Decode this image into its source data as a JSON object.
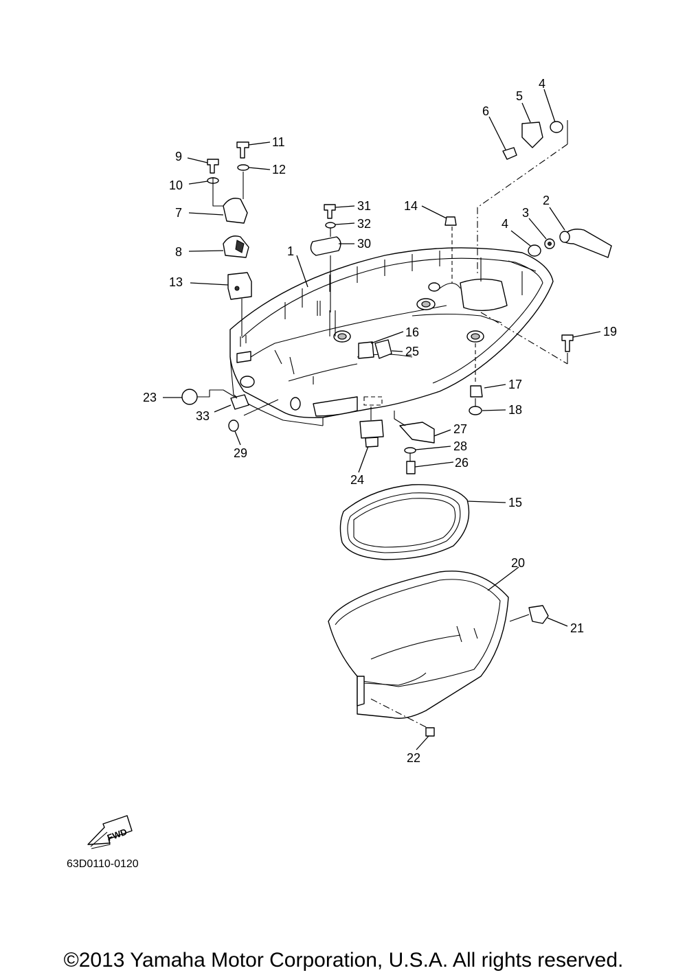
{
  "diagram": {
    "labels": [
      "1",
      "2",
      "3",
      "4",
      "4",
      "5",
      "6",
      "7",
      "8",
      "9",
      "10",
      "11",
      "12",
      "13",
      "14",
      "15",
      "16",
      "17",
      "18",
      "19",
      "20",
      "21",
      "22",
      "23",
      "24",
      "25",
      "26",
      "27",
      "28",
      "29",
      "30",
      "31",
      "32",
      "33"
    ],
    "fwd_text": "FWD",
    "code": "63D0110-0120"
  },
  "footer": {
    "copyright": "©2013 Yamaha Motor Corporation, U.S.A. All rights reserved."
  }
}
